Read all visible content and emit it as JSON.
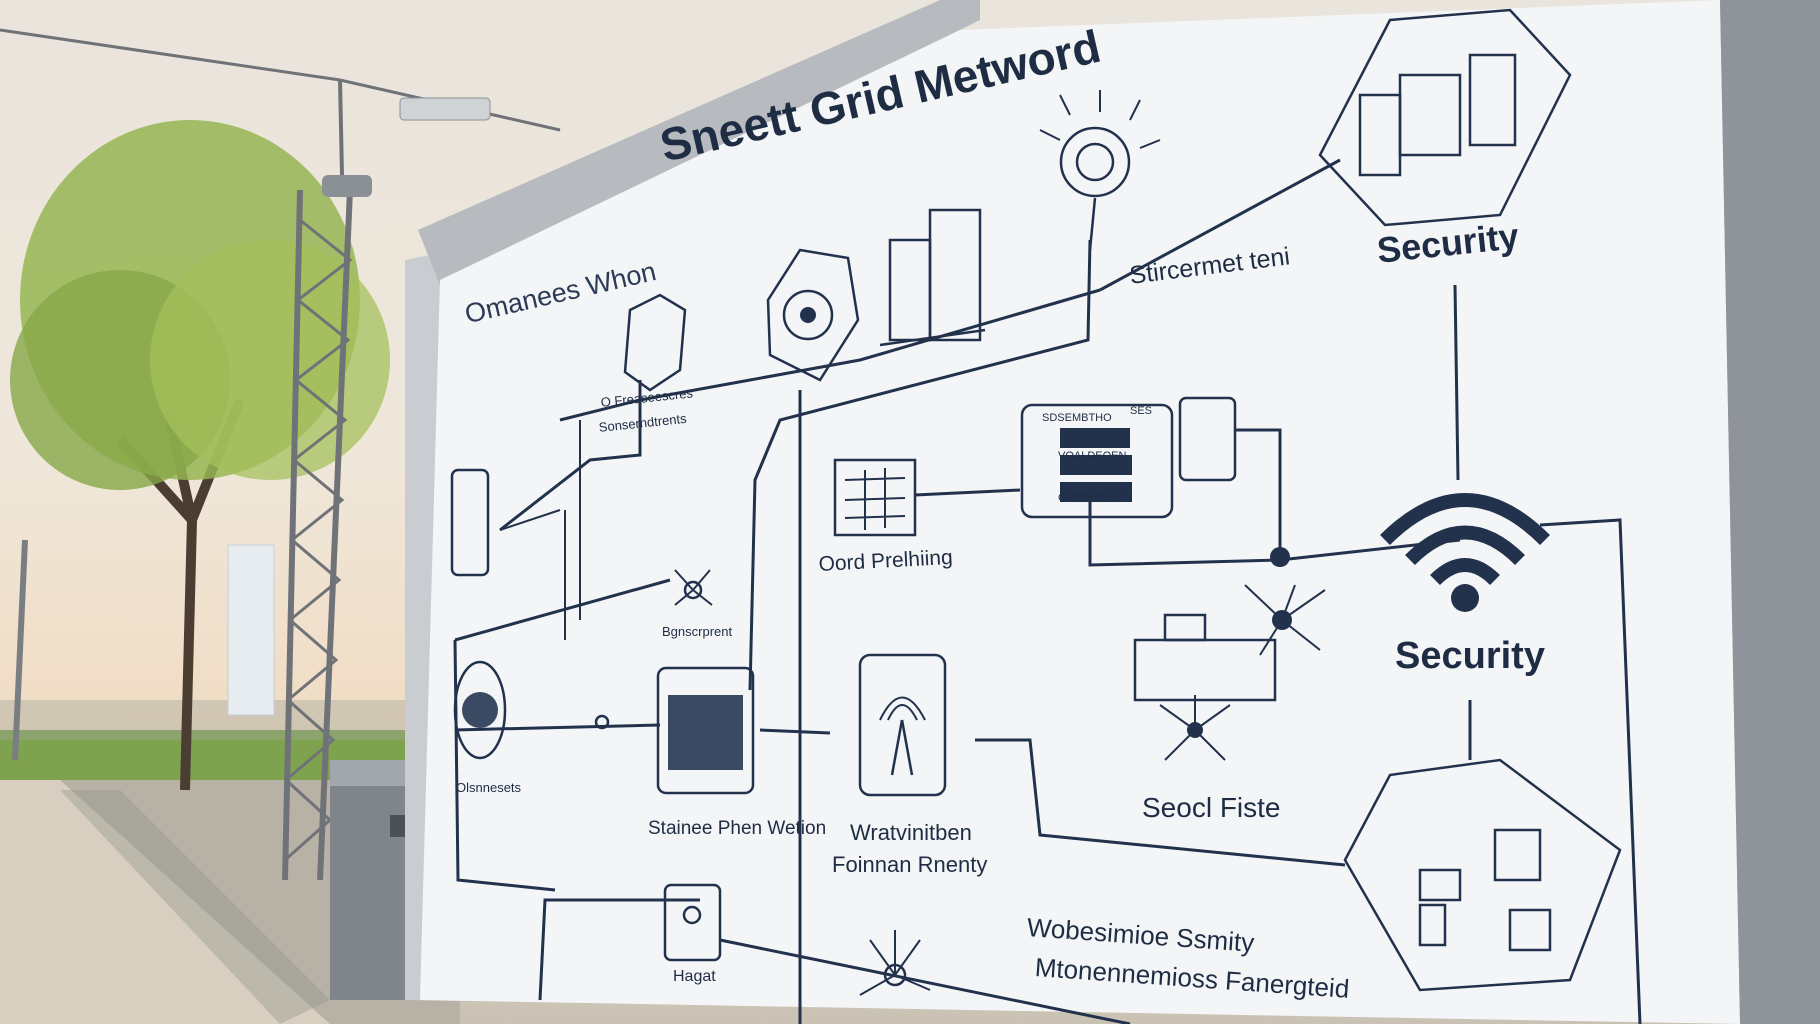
{
  "sign": {
    "title": "Sneett Grid Metword",
    "subtitle": "Omanees Whon",
    "top_label": "Stircermet teni",
    "security_top": "Security",
    "security_mid": "Security",
    "oord": "Oord Prelhiing",
    "socl": "Seocl Fiste",
    "stainee": "Stainee Phen Wetion",
    "watvin_line1": "Wratvinitben",
    "watvin_line2": "Foinnan Rnenty",
    "wobe_line1": "Wobesimioe Ssmity",
    "wobe_line2": "Mtonennemioss Fanergteid",
    "hagat": "Hagat",
    "bgnscr": "Bgnscrprent",
    "onnsets": "Olsnnesets",
    "panel_row1": "SDSEMBTHO",
    "panel_row2": "VOALDEOEN",
    "panel_row3": "GRIDHONO",
    "panel_head": "SES",
    "small_a": "O Freaseescres",
    "small_b": "Sonserndtrents"
  },
  "colors": {
    "ink": "#1f2d44",
    "board": "#f3f4f6",
    "frame": "#9aa0a6",
    "sky": "#ece6dc",
    "foliage": "#8fb04a",
    "grass": "#6f9a45"
  }
}
